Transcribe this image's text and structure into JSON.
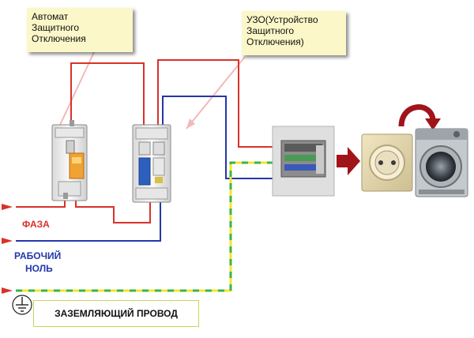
{
  "callouts": {
    "breaker": [
      "Автомат",
      "Защитного",
      "Отключения"
    ],
    "rcd": [
      "УЗО(Устройство",
      "Защитного",
      "Отключения)"
    ]
  },
  "labels": {
    "phase": "ФАЗА",
    "neutral": [
      "РАБОЧИЙ",
      "НОЛЬ"
    ],
    "ground": "ЗАЗЕМЛЯЮЩИЙ ПРОВОД"
  },
  "colors": {
    "phase": "#d9322a",
    "neutral": "#2437a8",
    "ground_green": "#3bb34a",
    "ground_yellow": "#f2e52e",
    "callout_bg": "#fbf7c8"
  },
  "icons": [
    "circuit-breaker",
    "rcd",
    "junction-box",
    "power-socket",
    "washing-machine",
    "ground-symbol"
  ]
}
